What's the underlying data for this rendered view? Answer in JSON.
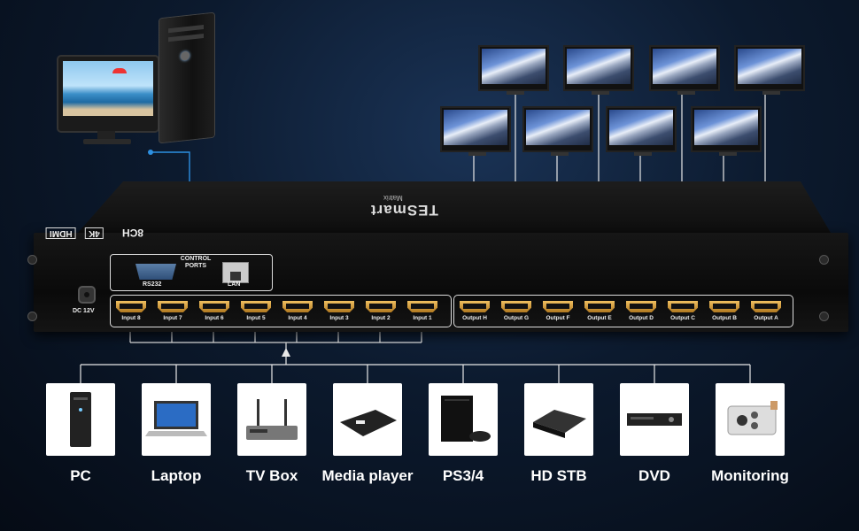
{
  "product": {
    "brand": "TESmart",
    "sub_brand": "Matrix",
    "hdmi_logo": "HDMI",
    "resolution_badge": "4K",
    "channels": "8CH",
    "control_ports": "CONTROL PORTS",
    "rs232": "RS232",
    "lan": "LAN",
    "dc": "DC 12V"
  },
  "inputs": [
    "Input 8",
    "Input 7",
    "Input 6",
    "Input 5",
    "Input 4",
    "Input 3",
    "Input 2",
    "Input 1"
  ],
  "outputs": [
    "Output H",
    "Output G",
    "Output F",
    "Output E",
    "Output D",
    "Output C",
    "Output B",
    "Output A"
  ],
  "devices": [
    {
      "label": "PC",
      "icon": "pc-tower-icon"
    },
    {
      "label": "Laptop",
      "icon": "laptop-icon"
    },
    {
      "label": "TV Box",
      "icon": "tv-box-icon"
    },
    {
      "label": "Media player",
      "icon": "media-player-icon"
    },
    {
      "label": "PS3/4",
      "icon": "game-console-icon"
    },
    {
      "label": "HD STB",
      "icon": "set-top-box-icon"
    },
    {
      "label": "DVD",
      "icon": "dvd-player-icon"
    },
    {
      "label": "Monitoring",
      "icon": "security-camera-icon"
    }
  ],
  "colors": {
    "wire_blue": "#2d8fe0",
    "wire_white": "#e8e8e8",
    "background": "#0c1a2e"
  }
}
